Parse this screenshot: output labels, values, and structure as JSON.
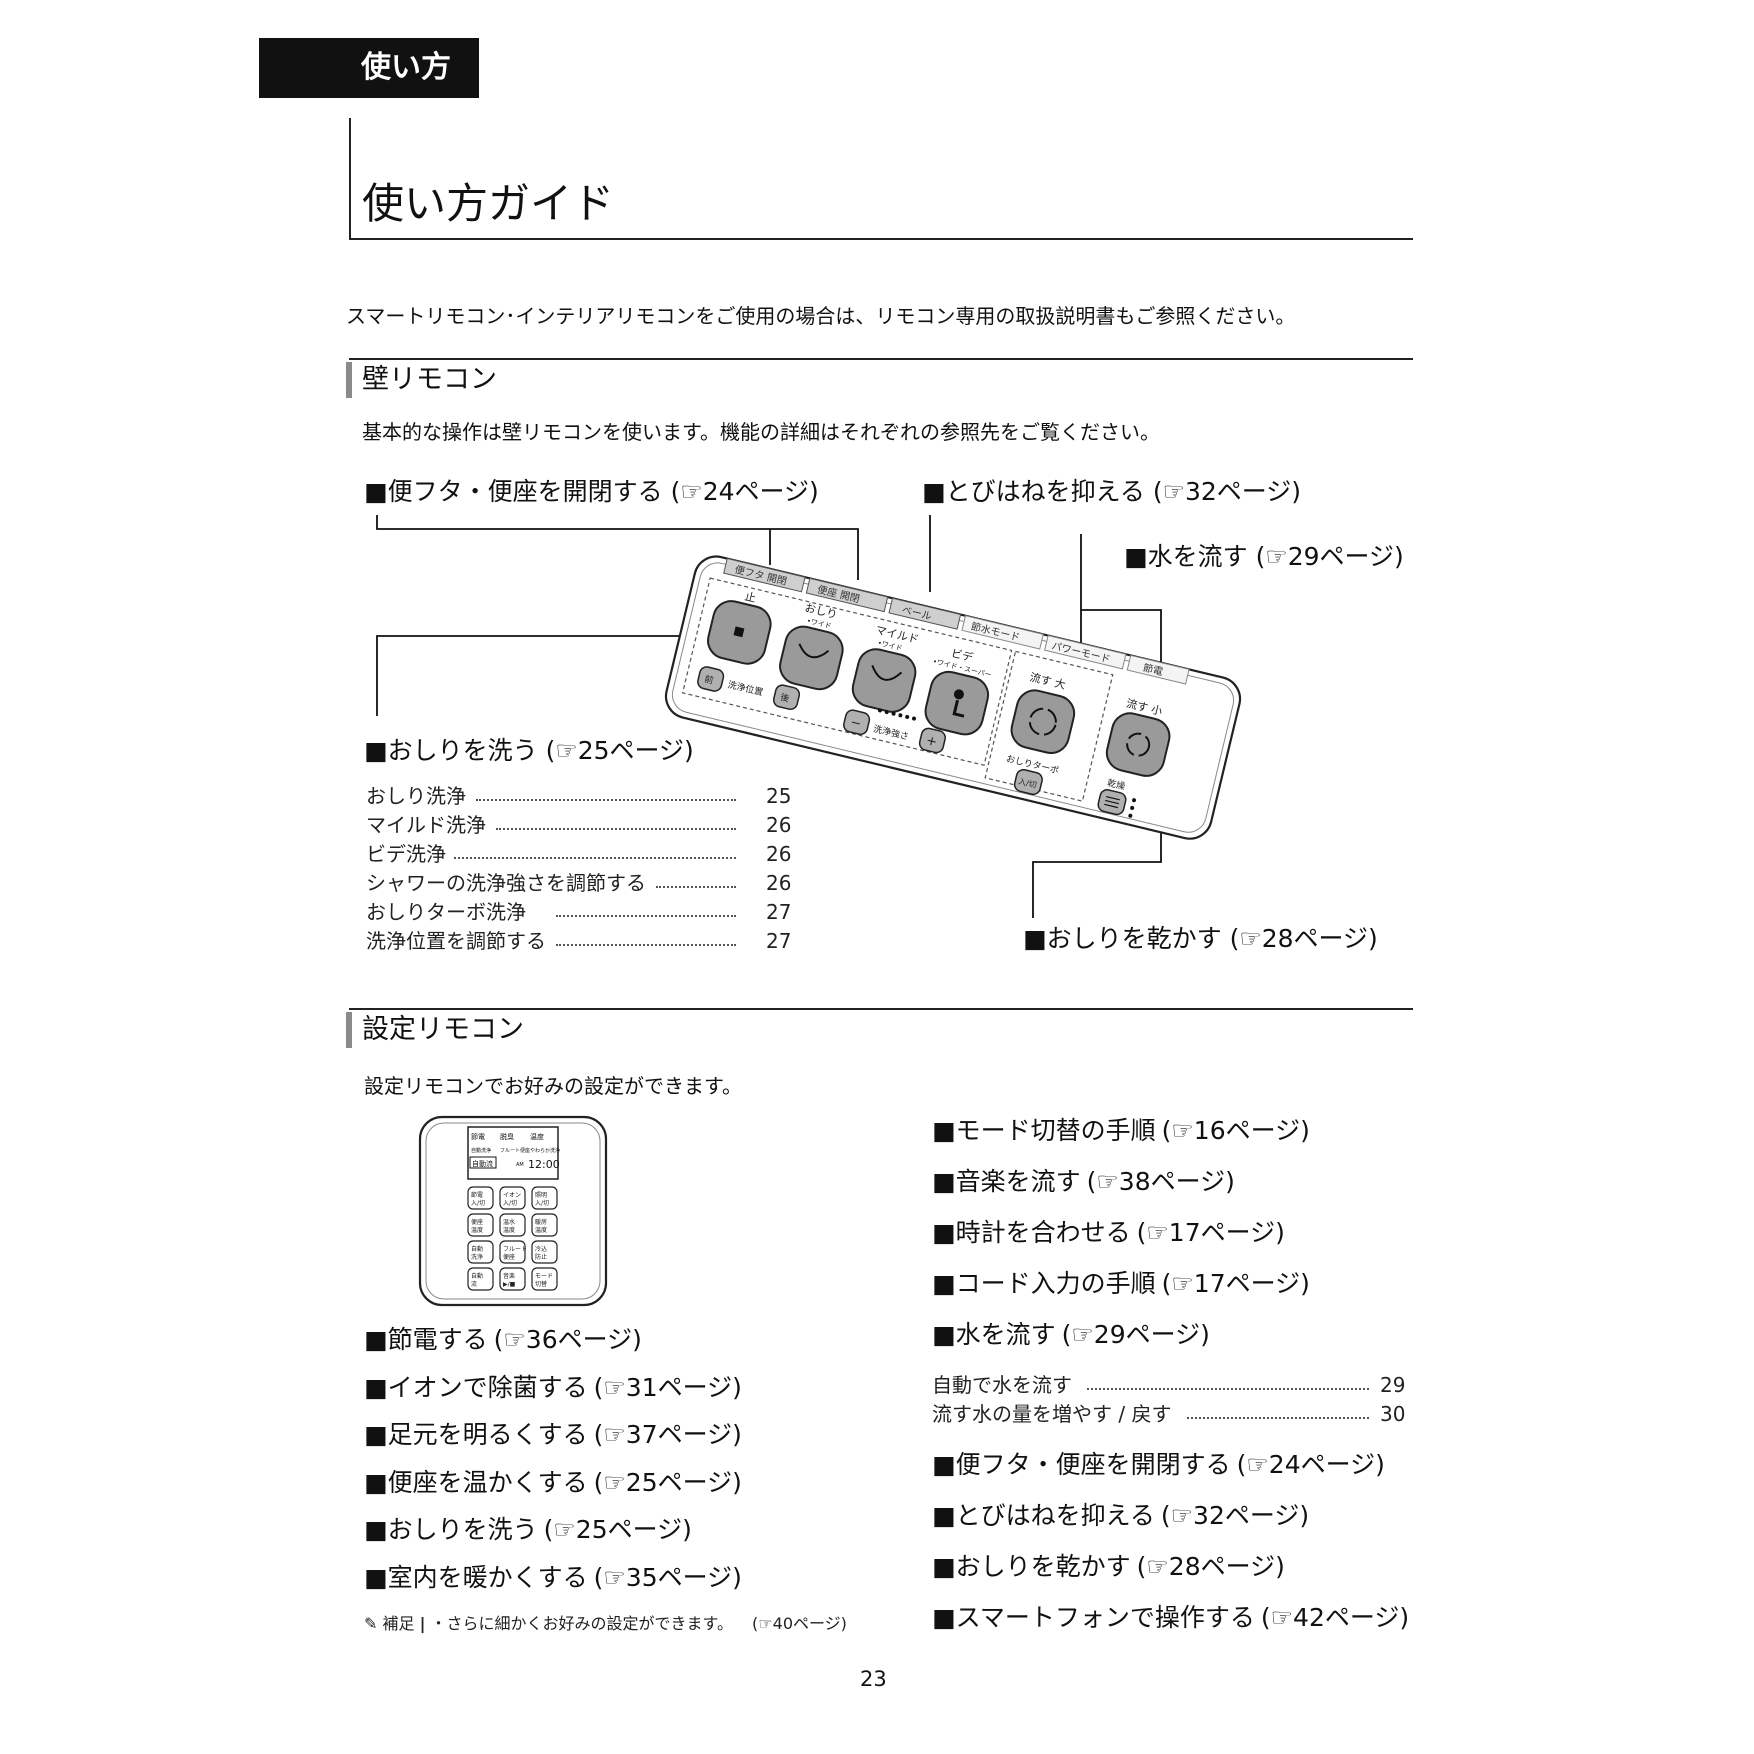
{
  "header": {
    "section_tag": "使い方",
    "page_title": "使い方ガイド",
    "intro": "スマートリモコン･インテリアリモコンをご使用の場合は、リモコン専用の取扱説明書もご参照ください。"
  },
  "wall_remote": {
    "heading": "壁リモコン",
    "description": "基本的な操作は壁リモコンを使います。機能の詳細はそれぞれの参照先をご覧ください。",
    "callouts": {
      "lid": {
        "label": "■便フタ・便座を開閉する",
        "ref": "(☞24ページ)"
      },
      "splash": {
        "label": "■とびはねを抑える",
        "ref": "(☞32ページ)"
      },
      "flush": {
        "label": "■水を流す",
        "ref": "(☞29ページ)"
      },
      "wash": {
        "label": "■おしりを洗う",
        "ref": "(☞25ページ)"
      },
      "dry": {
        "label": "■おしりを乾かす",
        "ref": "(☞28ページ)"
      }
    },
    "wash_toc": [
      {
        "label": "おしり洗浄",
        "page": "25"
      },
      {
        "label": "マイルド洗浄",
        "page": "26"
      },
      {
        "label": "ビデ洗浄",
        "page": "26"
      },
      {
        "label": "シャワーの洗浄強さを調節する",
        "page": "26"
      },
      {
        "label": "おしりターボ洗浄",
        "page": "27"
      },
      {
        "label": "洗浄位置を調節する",
        "page": "27"
      }
    ],
    "device": {
      "tab_1": "便フタ 開閉",
      "tab_2": "便座 開閉",
      "tab_3": "ベール",
      "tab_4": "節水モード",
      "tab_5": "パワーモード",
      "tab_6": "節電",
      "stop": "止",
      "oshiri": "おしり",
      "oshiri_sub": "•ワイド",
      "mild": "マイルド",
      "mild_sub": "•ワイド",
      "bidet": "ビデ",
      "bidet_sub": "•ワイド・スーパー",
      "flush_big": "流す 大",
      "flush_small": "流す 小",
      "front": "前",
      "position": "洗浄位置",
      "back": "後",
      "minus": "−",
      "strength": "洗浄強さ",
      "plus": "+",
      "turbo": "おしりターボ",
      "turbo_btn": "入/切",
      "dry": "乾燥"
    }
  },
  "settings_remote": {
    "heading": "設定リモコン",
    "description": "設定リモコンでお好みの設定ができます。",
    "device": {
      "lcd_row1": [
        "節電",
        "脱臭",
        "温度"
      ],
      "lcd_row2": [
        "自動洗浄",
        "フルート便座",
        "やわらか洗浄"
      ],
      "lcd_auto": "自動流",
      "lcd_am": "AM",
      "lcd_time": "12:00",
      "keys": [
        [
          "節電\n入/切",
          "イオン\n入/切",
          "照明\n入/切"
        ],
        [
          "便座\n温度",
          "温水\n温度",
          "暖房\n温度"
        ],
        [
          "自動\n洗浄",
          "フルート\n便座",
          "冷込\n防止"
        ],
        [
          "自動\n流",
          "音楽\n▶/■",
          "モード\n切替"
        ]
      ]
    },
    "left_items": [
      {
        "label": "■節電する",
        "ref": "(☞36ページ)"
      },
      {
        "label": "■イオンで除菌する",
        "ref": "(☞31ページ)"
      },
      {
        "label": "■足元を明るくする",
        "ref": "(☞37ページ)"
      },
      {
        "label": "■便座を温かくする",
        "ref": "(☞25ページ)"
      },
      {
        "label": "■おしりを洗う",
        "ref": "(☞25ページ)"
      },
      {
        "label": "■室内を暖かくする",
        "ref": "(☞35ページ)"
      }
    ],
    "note": {
      "label": "補足",
      "text": "・さらに細かくお好みの設定ができます。",
      "ref": "(☞40ページ)"
    },
    "right_items_top": [
      {
        "label": "■モード切替の手順",
        "ref": "(☞16ページ)"
      },
      {
        "label": "■音楽を流す",
        "ref": "(☞38ページ)"
      },
      {
        "label": "■時計を合わせる",
        "ref": "(☞17ページ)"
      },
      {
        "label": "■コード入力の手順",
        "ref": "(☞17ページ)"
      },
      {
        "label": "■水を流す",
        "ref": "(☞29ページ)"
      }
    ],
    "flush_toc": [
      {
        "label": "自動で水を流す",
        "page": "29"
      },
      {
        "label": "流す水の量を増やす / 戻す",
        "page": "30"
      }
    ],
    "right_items_bottom": [
      {
        "label": "■便フタ・便座を開閉する",
        "ref": "(☞24ページ)"
      },
      {
        "label": "■とびはねを抑える",
        "ref": "(☞32ページ)"
      },
      {
        "label": "■おしりを乾かす",
        "ref": "(☞28ページ)"
      },
      {
        "label": "■スマートフォンで操作する",
        "ref": "(☞42ページ)"
      }
    ]
  },
  "footer": {
    "page_number": "23"
  }
}
